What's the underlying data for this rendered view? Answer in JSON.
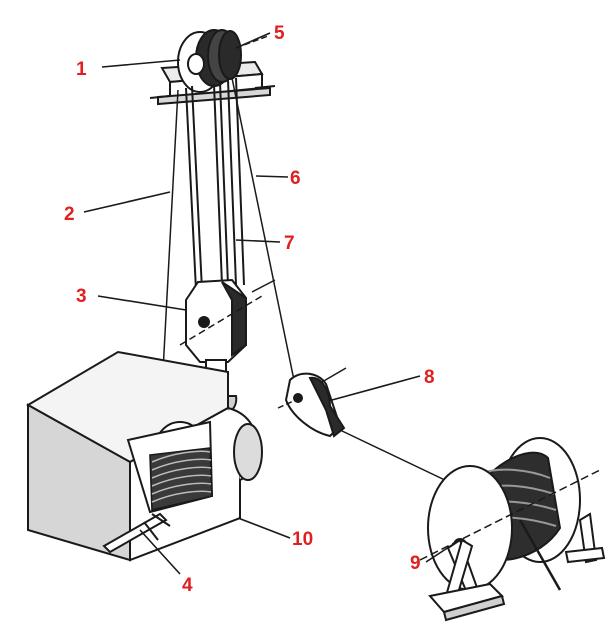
{
  "colors": {
    "ink": "#1a1a1a",
    "label": "#e02020",
    "background": "#ffffff",
    "shade": "#d8d8d8",
    "light": "#f2f2f2"
  },
  "callouts": [
    {
      "id": "1",
      "text": "1"
    },
    {
      "id": "2",
      "text": "2"
    },
    {
      "id": "3",
      "text": "3"
    },
    {
      "id": "4",
      "text": "4"
    },
    {
      "id": "5",
      "text": "5"
    },
    {
      "id": "6",
      "text": "6"
    },
    {
      "id": "7",
      "text": "7"
    },
    {
      "id": "8",
      "text": "8"
    },
    {
      "id": "9",
      "text": "9"
    },
    {
      "id": "10",
      "text": "10"
    }
  ]
}
